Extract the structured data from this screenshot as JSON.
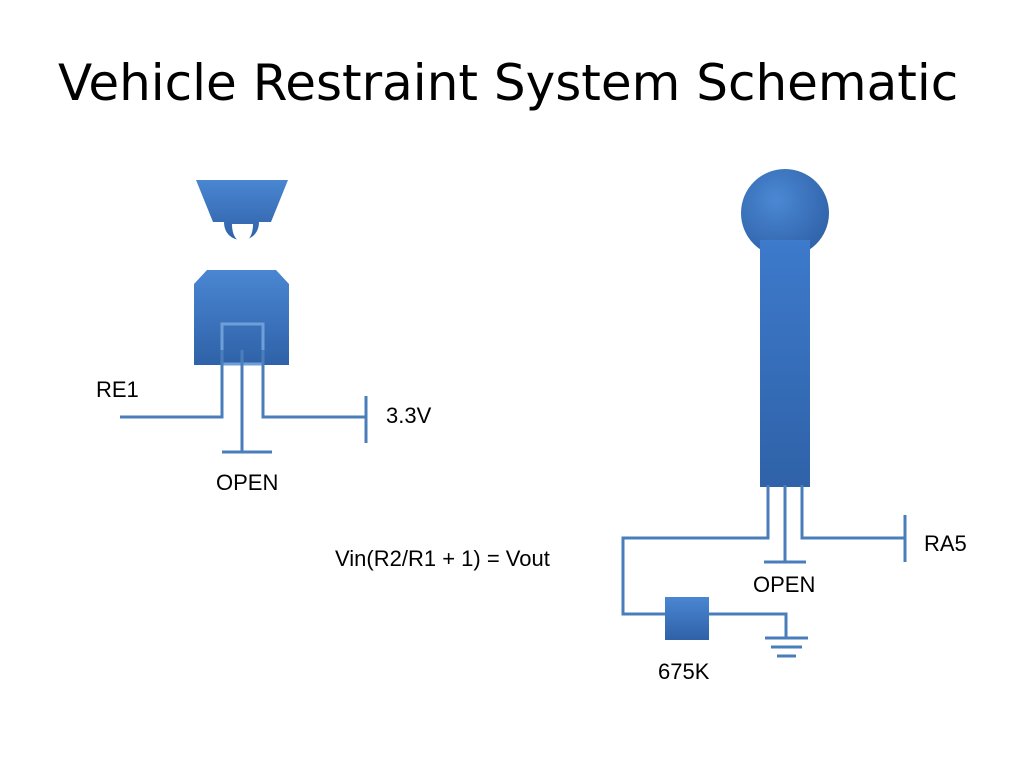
{
  "slide": {
    "title": "Vehicle Restraint System Schematic"
  },
  "left_circuit": {
    "input_label": "RE1",
    "supply_label": "3.3V",
    "open_label": "OPEN"
  },
  "right_circuit": {
    "output_label": "RA5",
    "open_label": "OPEN",
    "resistor_label": "675K"
  },
  "formula": "Vin(R2/R1 + 1) = Vout",
  "colors": {
    "shape_fill": "#3a75c4",
    "shape_fill_dark": "#2f62a8",
    "wire": "#4a7ebb",
    "text": "#000000",
    "background": "#ffffff"
  }
}
